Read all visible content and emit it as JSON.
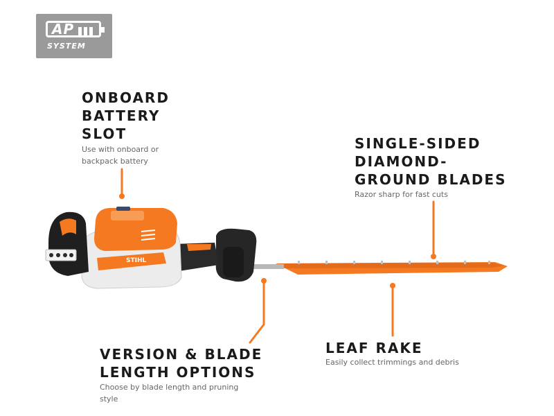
{
  "badge": {
    "brand": "AP",
    "system": "SYSTEM"
  },
  "callouts": {
    "battery": {
      "title": "ONBOARD BATTERY SLOT",
      "desc": "Use with onboard or backpack battery"
    },
    "blades": {
      "title": "SINGLE-SIDED DIAMOND-GROUND BLADES",
      "desc": "Razor sharp for fast cuts"
    },
    "version": {
      "title": "VERSION & BLADE LENGTH OPTIONS",
      "desc": "Choose by blade length and pruning style"
    },
    "rake": {
      "title": "LEAF RAKE",
      "desc": "Easily collect trimmings and debris"
    }
  },
  "product": {
    "logo": "STIHL"
  },
  "colors": {
    "accent": "#f47920",
    "accent_dark": "#d9621a",
    "tool_body": "#e9e9e9",
    "tool_dark": "#2a2a2a",
    "badge_gray": "#9a9a9a"
  }
}
